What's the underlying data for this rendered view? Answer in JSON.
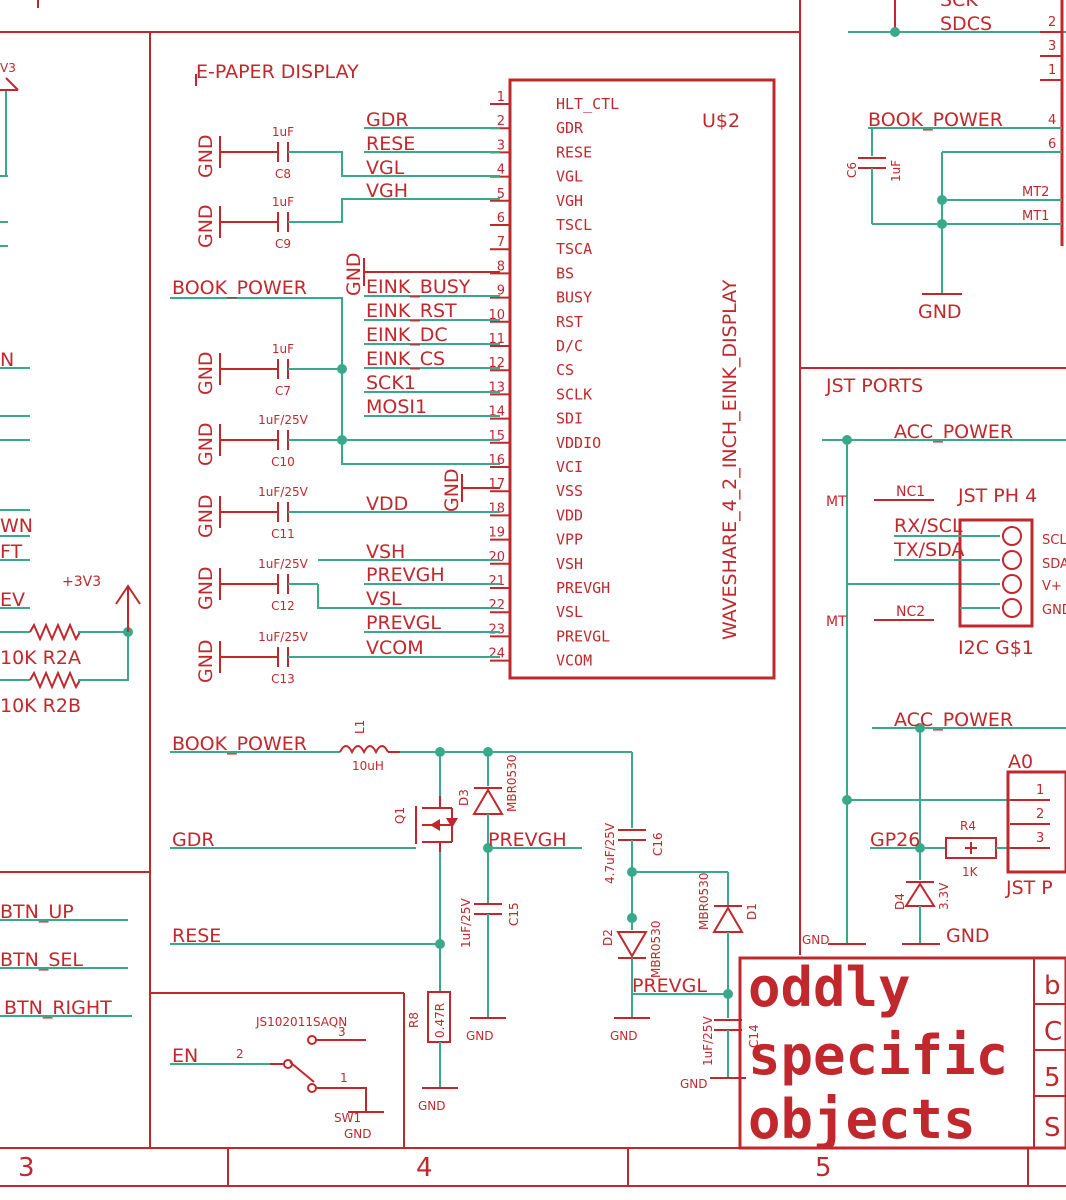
{
  "sections": {
    "epaper_title": "E-PAPER DISPLAY",
    "jst_title": "JST PORTS"
  },
  "display": {
    "ref": "U$2",
    "part": "WAVESHARE_4_2_INCH_EINK_DISPLAY",
    "pins": [
      {
        "num": "1",
        "name": "HLT_CTL"
      },
      {
        "num": "2",
        "name": "GDR"
      },
      {
        "num": "3",
        "name": "RESE"
      },
      {
        "num": "4",
        "name": "VGL"
      },
      {
        "num": "5",
        "name": "VGH"
      },
      {
        "num": "6",
        "name": "TSCL"
      },
      {
        "num": "7",
        "name": "TSCA"
      },
      {
        "num": "8",
        "name": "BS"
      },
      {
        "num": "9",
        "name": "BUSY"
      },
      {
        "num": "10",
        "name": "RST"
      },
      {
        "num": "11",
        "name": "D/C"
      },
      {
        "num": "12",
        "name": "CS"
      },
      {
        "num": "13",
        "name": "SCLK"
      },
      {
        "num": "14",
        "name": "SDI"
      },
      {
        "num": "15",
        "name": "VDDIO"
      },
      {
        "num": "16",
        "name": "VCI"
      },
      {
        "num": "17",
        "name": "VSS"
      },
      {
        "num": "18",
        "name": "VDD"
      },
      {
        "num": "19",
        "name": "VPP"
      },
      {
        "num": "20",
        "name": "VSH"
      },
      {
        "num": "21",
        "name": "PREVGH"
      },
      {
        "num": "22",
        "name": "VSL"
      },
      {
        "num": "23",
        "name": "PREVGL"
      },
      {
        "num": "24",
        "name": "VCOM"
      }
    ]
  },
  "nets": {
    "gdr": "GDR",
    "rese": "RESE",
    "vgl": "VGL",
    "vgh": "VGH",
    "book_power": "BOOK_POWER",
    "eink_busy": "EINK_BUSY",
    "eink_rst": "EINK_RST",
    "eink_dc": "EINK_DC",
    "eink_cs": "EINK_CS",
    "sck1": "SCK1",
    "mosi1": "MOSI1",
    "vdd": "VDD",
    "vsh": "VSH",
    "prevgh": "PREVGH",
    "vsl": "VSL",
    "prevgl": "PREVGL",
    "vcom": "VCOM",
    "en": "EN",
    "acc_power": "ACC_POWER",
    "gp26": "GP26",
    "sdcs": "SDCS",
    "sck_top": "SCK",
    "rx_scl": "RX/SCL",
    "tx_sda": "TX/SDA",
    "nc1": "NC1",
    "nc2": "NC2",
    "mt": "MT",
    "mt1": "MT1",
    "mt2": "MT2",
    "btn_up": "BTN_UP",
    "btn_sel": "BTN_SEL",
    "btn_right": "BTN_RIGHT",
    "wn": "WN",
    "ft": "FT",
    "ev": "EV",
    "n": "N",
    "v3_plus": "+3V3",
    "v3": "V3"
  },
  "caps": {
    "c8": {
      "val": "1uF",
      "ref": "C8"
    },
    "c9": {
      "val": "1uF",
      "ref": "C9"
    },
    "c7": {
      "val": "1uF",
      "ref": "C7"
    },
    "c10": {
      "val": "1uF/25V",
      "ref": "C10"
    },
    "c11": {
      "val": "1uF/25V",
      "ref": "C11"
    },
    "c12": {
      "val": "1uF/25V",
      "ref": "C12"
    },
    "c13": {
      "val": "1uF/25V",
      "ref": "C13"
    },
    "c15": {
      "val": "1uF/25V",
      "ref": "C15"
    },
    "c16": {
      "val": "4.7uF/25V",
      "ref": "C16"
    },
    "c14": {
      "val": "1uF/25V",
      "ref": "C14"
    },
    "c6": {
      "val": "1uF",
      "ref": "C6"
    }
  },
  "parts": {
    "gnd": "GND",
    "r2a": "10K R2A",
    "r2b": "10K R2B",
    "inductor": "10uH",
    "l_ref": "L1",
    "q_ref": "Q1",
    "d_mbr": "MBR0530",
    "d_ref3": "D3",
    "d_ref2": "D2",
    "d_ref1": "D1",
    "r8": "R8",
    "r8_val": "0.47R",
    "r4": "R4",
    "r4_val": "1K",
    "d4": "D4",
    "d4_val": "3.3V",
    "sw_part": "JS102011SAQN",
    "sw_ref": "SW1",
    "sw_pin1": "1",
    "sw_pin2": "2",
    "sw_pin3": "3",
    "jst_ref": "JST PH 4",
    "jst_sub": "I2C G$1",
    "jst_pins": [
      "SCL",
      "SDA",
      "V+",
      "GND"
    ],
    "a0": "A0",
    "a0_pins": [
      "1",
      "2",
      "3"
    ],
    "jst_p": "JST P",
    "conn_pins": [
      "2",
      "3",
      "1",
      "4",
      "6"
    ]
  },
  "logo": [
    "oddly",
    "specific",
    "objects"
  ],
  "title_block_right": [
    "b",
    "C",
    "5",
    "S"
  ],
  "frame_columns": [
    "3",
    "4",
    "5"
  ]
}
